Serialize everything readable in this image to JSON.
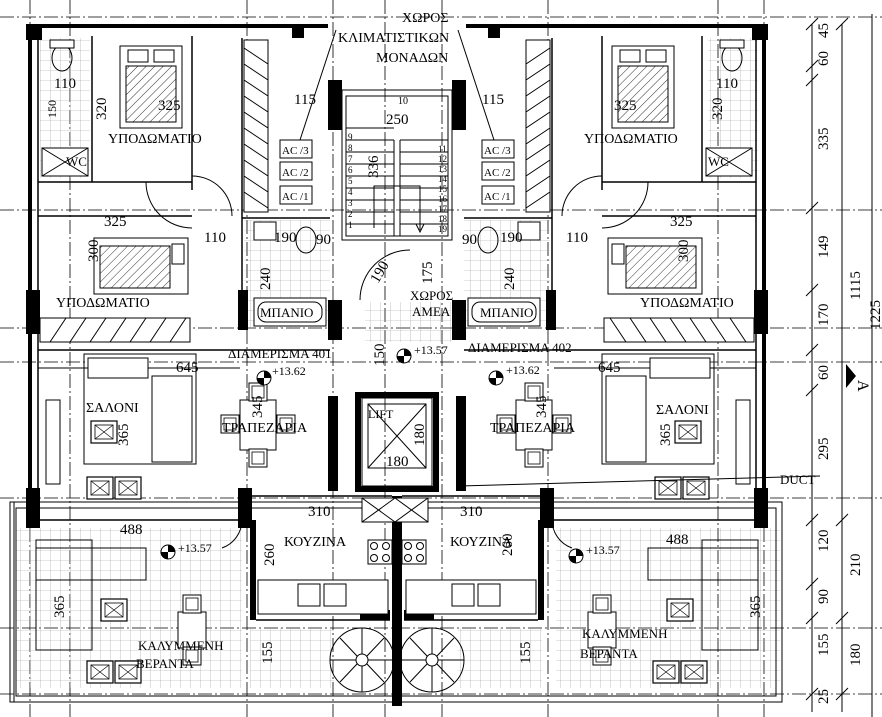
{
  "rooms": {
    "bedroom": "ΥΠΟΔΩΜΑΤΙΟ",
    "living": "ΣΑΛΟΝΙ",
    "dining": "ΤΡΑΠΕΖΑΡΙΑ",
    "kitchen": "ΚΟΥΖΙΝΑ",
    "bath": "ΜΠΑΝΙΟ",
    "wc": "WC",
    "veranda_line1": "ΚΑΛΥΜΜΕΝΗ",
    "veranda_line2": "ΒΕΡΑΝΤΑ",
    "lift": "LIFT",
    "duct": "DUCT",
    "lobby_line1": "ΧΩΡΟΣ",
    "lobby_line2": "ΑΜΕΑ",
    "ac_line1": "ΧΩΡΟΣ",
    "ac_line2": "ΚΛΙΜΑΤΙΣΤΙΚΩΝ",
    "ac_line3": "ΜΟΝΑΔΩΝ"
  },
  "apartments": {
    "left": "ΔΙΑΜΕΡΙΣΜΑ 401",
    "right": "ΔΙΑΜΕΡΙΣΜΑ 402"
  },
  "levels": {
    "lobby": "+13.57",
    "left_living": "+13.62",
    "right_living": "+13.62",
    "left_veranda": "+13.57",
    "right_veranda": "+13.57"
  },
  "ac_units": [
    "AC /3",
    "AC /2",
    "AC /1"
  ],
  "section_marker": "A",
  "dimensions": {
    "right_chain": [
      "45",
      "60",
      "335",
      "149",
      "170",
      "60",
      "295",
      "120",
      "90",
      "155",
      "25"
    ],
    "right_totals": [
      "1115",
      "210",
      "180",
      "1225"
    ],
    "room": {
      "d110": "110",
      "d320": "320",
      "d325": "325",
      "d115": "115",
      "d250": "250",
      "d336": "336",
      "d300": "300",
      "d190": "190",
      "d240": "240",
      "d175": "175",
      "d150": "150",
      "d645": "645",
      "d345": "345",
      "d365": "365",
      "d180": "180",
      "d310": "310",
      "d260": "260",
      "d488": "488",
      "d155": "155",
      "d90": "90",
      "d10": "10",
      "d150b": "150"
    },
    "stair_numbers_left": [
      "9",
      "8",
      "7",
      "6",
      "5",
      "4",
      "3",
      "2",
      "1"
    ],
    "stair_numbers_right": [
      "11",
      "12",
      "13",
      "14",
      "15",
      "16",
      "17",
      "18",
      "19"
    ]
  }
}
